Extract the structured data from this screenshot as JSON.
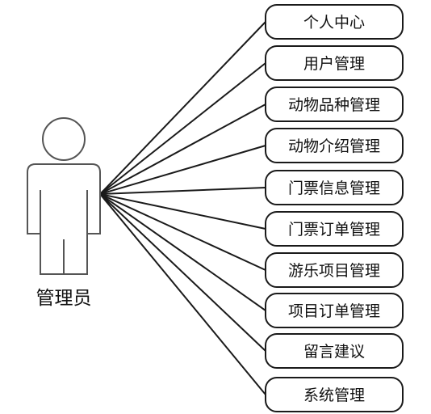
{
  "actor": {
    "label": "管理员",
    "icon": "person-icon"
  },
  "functions": [
    "个人中心",
    "用户管理",
    "动物品种管理",
    "动物介绍管理",
    "门票信息管理",
    "门票订单管理",
    "游乐项目管理",
    "项目订单管理",
    "留言建议",
    "系统管理"
  ],
  "colors": {
    "stroke": "#1a1a1a",
    "actor_stroke": "#555555",
    "fill": "#ffffff"
  }
}
